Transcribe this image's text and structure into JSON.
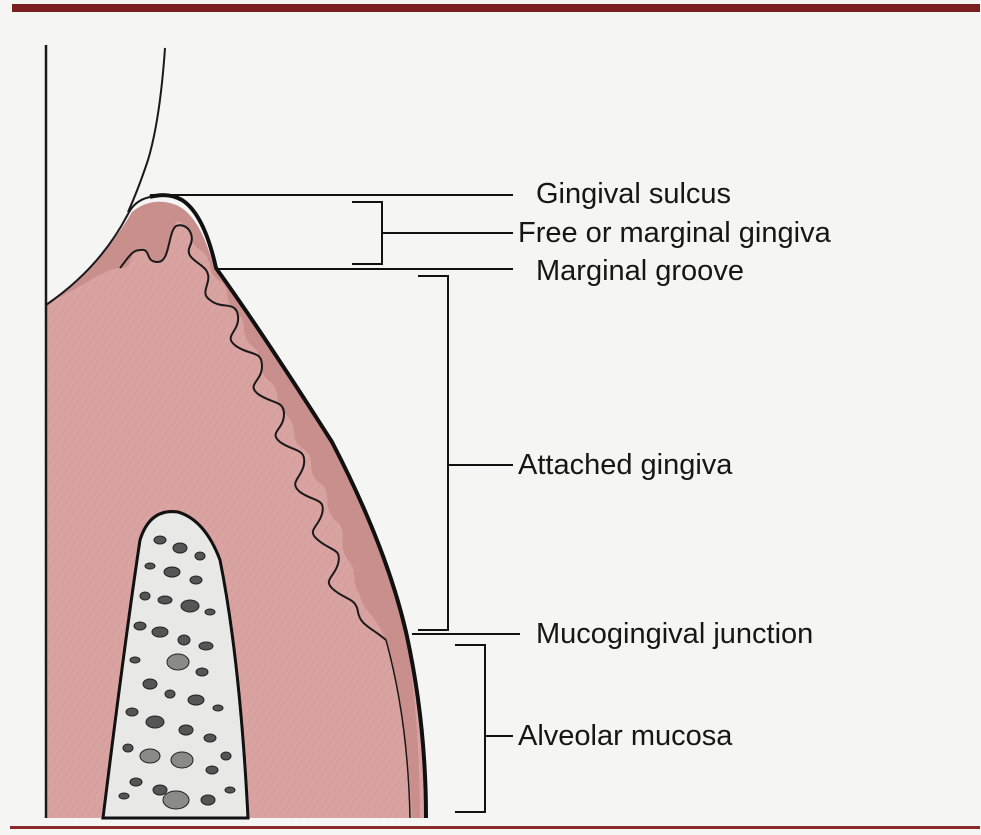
{
  "colors": {
    "frame_bar": "#7a1f1f",
    "background": "#f5f5f3",
    "gingiva_fill": "#d9a3a1",
    "epithelium_fill": "#c98f8c",
    "bone_fill": "#e8e8e6",
    "ink": "#161616"
  },
  "labels": {
    "gingival_sulcus": "Gingival sulcus",
    "free_marginal_gingiva": "Free or marginal gingiva",
    "marginal_groove": "Marginal groove",
    "attached_gingiva": "Attached gingiva",
    "mucogingival_junction": "Mucogingival junction",
    "alveolar_mucosa": "Alveolar mucosa"
  }
}
